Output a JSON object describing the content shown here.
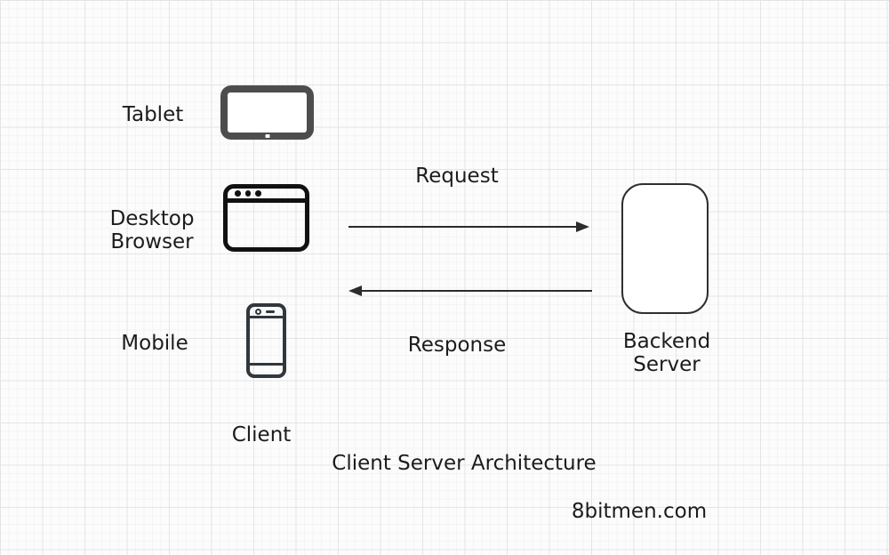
{
  "diagram": {
    "title": "Client Server Architecture",
    "watermark": "8bitmen.com",
    "nodes": {
      "tablet": {
        "label": "Tablet"
      },
      "desktop_browser": {
        "label_line1": "Desktop",
        "label_line2": "Browser"
      },
      "mobile": {
        "label": "Mobile"
      },
      "client_group": {
        "label": "Client"
      },
      "backend_server": {
        "label_line1": "Backend",
        "label_line2": "Server"
      }
    },
    "edges": {
      "request": {
        "label": "Request",
        "direction": "left-to-right"
      },
      "response": {
        "label": "Response",
        "direction": "right-to-left"
      }
    },
    "colors": {
      "text": "#1c1c1c",
      "arrow": "#2b2b2b",
      "tablet_icon": "#4d4d4d",
      "browser_icon": "#111111",
      "mobile_icon": "#31373c",
      "server_border": "#2f2f2f",
      "background": "#fcfcfc",
      "grid_major": "#e4e4e4",
      "grid_minor": "#f4f4f4"
    }
  }
}
